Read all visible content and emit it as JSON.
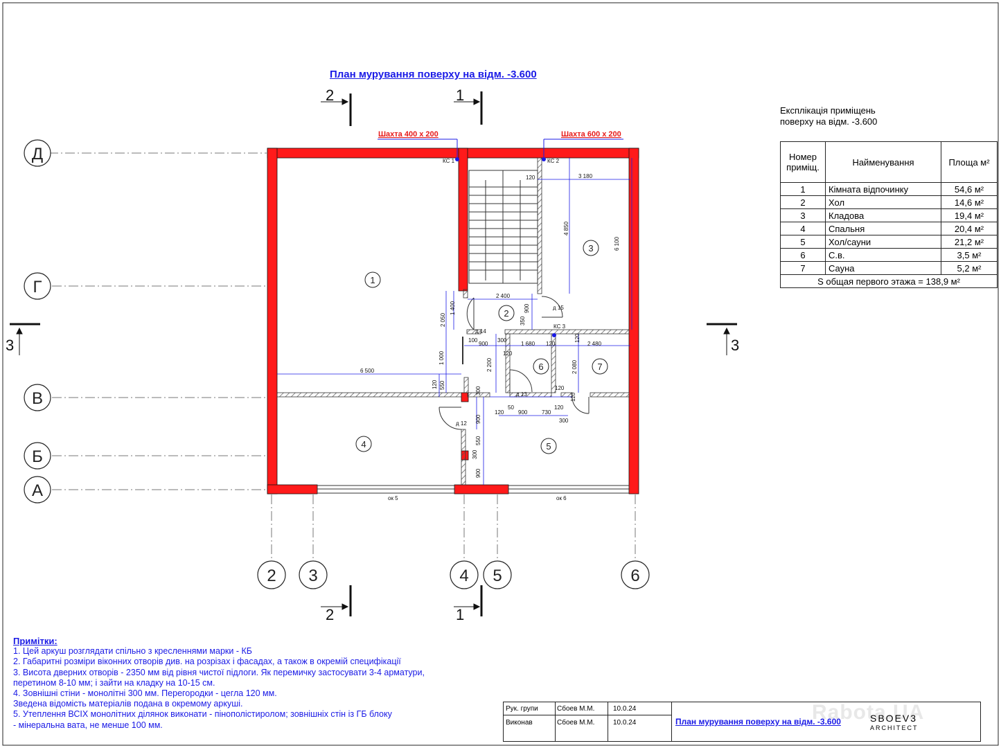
{
  "title": "План мурування поверху на відм. -3.600",
  "explication": {
    "caption_line1": "Експлікація приміщень",
    "caption_line2": "поверху на відм. -3.600",
    "head_num": "Номер приміщ.",
    "head_name": "Найменування",
    "head_area": "Площа м²",
    "rows": [
      {
        "num": "1",
        "name": "Кімната відпочинку",
        "area": "54,6 м²"
      },
      {
        "num": "2",
        "name": "Хол",
        "area": "14,6 м²"
      },
      {
        "num": "3",
        "name": "Кладова",
        "area": "19,4 м²"
      },
      {
        "num": "4",
        "name": "Спальня",
        "area": "20,4 м²"
      },
      {
        "num": "5",
        "name": "Хол/сауни",
        "area": "21,2 м²"
      },
      {
        "num": "6",
        "name": "С.в.",
        "area": "3,5 м²"
      },
      {
        "num": "7",
        "name": "Сауна",
        "area": "5,2 м²"
      }
    ],
    "total": "S общая первого этажа = 138,9 м²"
  },
  "axes": {
    "rows": [
      "Д",
      "Г",
      "В",
      "Б",
      "А"
    ],
    "cols": [
      "2",
      "3",
      "4",
      "5",
      "6"
    ]
  },
  "sections": {
    "s1": "1",
    "s2": "2",
    "s3": "3"
  },
  "shafts": {
    "left": "Шахта 400 х 200",
    "right": "Шахта 600 х 200"
  },
  "marks": {
    "ks1": "КС 1",
    "ks2": "КС 2",
    "ks3": "КС 3",
    "ok5": "ок 5",
    "ok6": "ок 6",
    "d12": "д 12",
    "d13": "д 13",
    "d14": "д 14",
    "d15": "д 15"
  },
  "room_numbers": [
    "1",
    "2",
    "3",
    "4",
    "5",
    "6",
    "7"
  ],
  "dims": {
    "d3180": "3 180",
    "d4850": "4 850",
    "d6100": "6 100",
    "d2400": "2 400",
    "d1400": "1 400",
    "d2050": "2 050",
    "d900a": "900",
    "d350": "350",
    "d100": "100",
    "d900b": "900",
    "d300a": "300",
    "d1680": "1 680",
    "d120a": "120",
    "d2480": "2 480",
    "d120b": "120",
    "d1000": "1 000",
    "d2200": "2 200",
    "d2080": "2 080",
    "d120c": "120",
    "d6500": "6 500",
    "d550a": "550",
    "d120d": "120",
    "d300b": "300",
    "d900c": "900",
    "d120e": "120",
    "d730": "730",
    "d50": "50",
    "d120f": "120",
    "d120g": "120",
    "d300c": "300",
    "d900d": "900",
    "d550b": "550",
    "d300d": "300",
    "d900e": "900",
    "d120h": "120",
    "d120i": "120"
  },
  "notes": {
    "title": "Примітки:",
    "lines": [
      "1. Цей аркуш розглядати спільно з кресленнями марки - КБ",
      "2. Габаритні розміри віконних отворів див. на розрізах і фасадах, а також в окремій специфікації",
      "3. Висота дверних отворів - 2350 мм від рівня чистої підлоги. Як перемичку застосувати 3-4 арматури,",
      "перетином 8-10 мм; і зайти на кладку на 10-15 см.",
      "4. Зовнішні стіни - монолітні 300 мм. Перегородки - цегла 120 мм.",
      "Зведена відомість матеріалів подана в окремому аркуші.",
      "5. Утеплення ВСІХ монолітних ділянок виконати - пінополістиролом; зовнішніх стін із ГБ блоку",
      "- мінеральна вата, не менше 100 мм."
    ]
  },
  "stamp": {
    "r1_role": "Рук. групи",
    "r1_name": "Сбоев М.М.",
    "r1_date": "10.0.24",
    "r2_role": "Виконав",
    "r2_name": "Сбоев М.М.",
    "r2_date": "10.0.24",
    "sheet_title": "План мурування поверху на відм. -3.600",
    "logo": "SBOEV3",
    "logo_sub": "ARCHITECT",
    "watermark": "Rabota.UA"
  },
  "colors": {
    "wall": "#ff1a1a",
    "dim": "#1a1ae6",
    "line": "#222222"
  }
}
